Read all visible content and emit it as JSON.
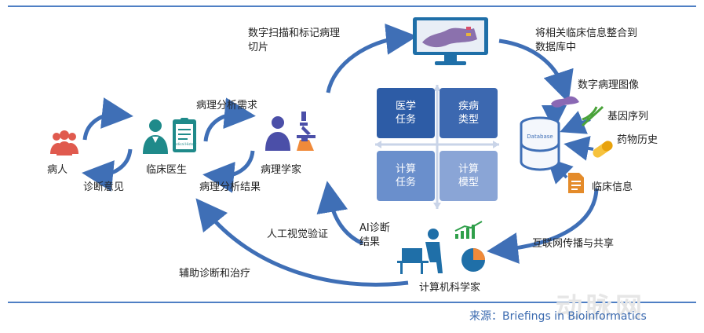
{
  "source": "来源：Briefings in Bioinformatics",
  "watermark": "动脉网",
  "labels": {
    "scan": [
      "数字扫描和标记病理",
      "切片"
    ],
    "integrate": [
      "将相关临床信息整合到",
      "数据库中"
    ],
    "digital_image": "数字病理图像",
    "gene": "基因序列",
    "drug": "药物历史",
    "clinical_info": "临床信息",
    "share": "互联网传播与共享",
    "cs": "计算机科学家",
    "ai_result": [
      "AI诊断",
      "结果"
    ],
    "visual_verify": "人工视觉验证",
    "assist": "辅助诊断和治疗",
    "patient": "病人",
    "diag_opinion": "诊断意见",
    "doctor": "临床医生",
    "path_need": "病理分析需求",
    "pathologist": "病理学家",
    "path_result": "病理分析结果",
    "database_text": "Database",
    "report_text": "Medical History"
  },
  "quadrants": {
    "tl": "医学任务",
    "tr": "疾病类型",
    "bl": "计算任务",
    "br": "计算模型"
  },
  "colors": {
    "accent": "#4f7fc4",
    "arrow": "#3f6fb6",
    "quad_tl": "#2d5ca6",
    "quad_tr": "#3c68b0",
    "quad_bl": "#6a8fcc",
    "quad_br": "#8aa5d6",
    "icon_red": "#e05a4e",
    "icon_teal": "#1f8a8a",
    "icon_purple": "#4b4fa8"
  }
}
